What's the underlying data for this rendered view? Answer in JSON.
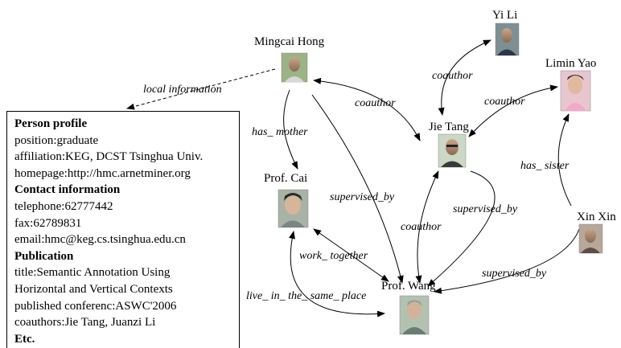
{
  "nodes": {
    "mingcai_hong": "Mingcai Hong",
    "yi_li": "Yi Li",
    "limin_yao": "Limin Yao",
    "jie_tang": "Jie Tang",
    "prof_cai": "Prof. Cai",
    "xin_xin": "Xin Xin",
    "prof_wang": "Prof. Wang"
  },
  "edges": {
    "local_information": "local information",
    "coauthor": "coauthor",
    "has_mother": "has_ mother",
    "has_sister": "has_ sister",
    "supervised_by": "supervised_by",
    "work_together": "work_ together",
    "live_in_same_place": "live_ in_ the_ same_ place"
  },
  "profile": {
    "person_profile_heading": "Person profile",
    "position_label": "position:",
    "position_value": "graduate",
    "affiliation_label": "affiliation:",
    "affiliation_value": "KEG, DCST Tsinghua Univ.",
    "homepage_label": "homepage:",
    "homepage_value": "http://hmc.arnetminer.org",
    "contact_heading": "Contact information",
    "telephone_label": "telephone:",
    "telephone_value": "62777442",
    "fax_label": "fax:",
    "fax_value": "62789831",
    "email_label": "email:",
    "email_value": "hmc@keg.cs.tsinghua.edu.cn",
    "publication_heading": "Publication",
    "title_label": "title:",
    "title_value_line1": "Semantic Annotation Using",
    "title_value_line2": "Horizontal and Vertical Contexts",
    "conference_label": "published conferenc:",
    "conference_value": "ASWC'2006",
    "coauthors_label": "coauthors:",
    "coauthors_value": "Jie Tang, Juanzi Li",
    "etc_heading": "Etc."
  }
}
